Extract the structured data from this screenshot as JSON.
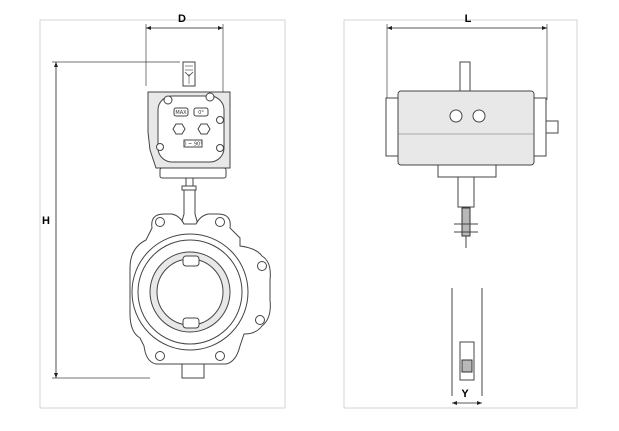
{
  "dimensions": {
    "front_view": {
      "width_label": "D",
      "height_label": "H"
    },
    "side_view": {
      "length_label": "L",
      "disc_label": "Y"
    }
  },
  "operator_labels": {
    "max": "MAX",
    "zero": "0°",
    "scale": "0 ~ 90°"
  },
  "colors": {
    "line": "#444444",
    "frame": "#d4d4d4",
    "shade": "#e8e8e8"
  }
}
